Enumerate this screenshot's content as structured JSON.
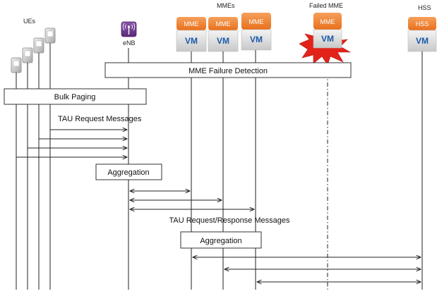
{
  "labels": {
    "ues": "UEs",
    "enb": "eNB",
    "mmes": "MMEs",
    "failed_mme": "Failed MME",
    "hss": "HSS"
  },
  "nodes": {
    "mme_label": "MME",
    "vm_label": "VM",
    "hss_label": "HSS"
  },
  "boxes": {
    "failure_detection": "MME Failure Detection",
    "bulk_paging": "Bulk Paging",
    "aggregation_1": "Aggregation",
    "aggregation_2": "Aggregation"
  },
  "messages": {
    "tau_request": "TAU Request Messages",
    "tau_request_response": "TAU Request/Response Messages"
  },
  "colors": {
    "mme_orange": "#f07d28",
    "vm_blue": "#1a5aa8",
    "enb_purple": "#6b3a8c",
    "explosion_red": "#e2231a",
    "line": "#222222"
  }
}
